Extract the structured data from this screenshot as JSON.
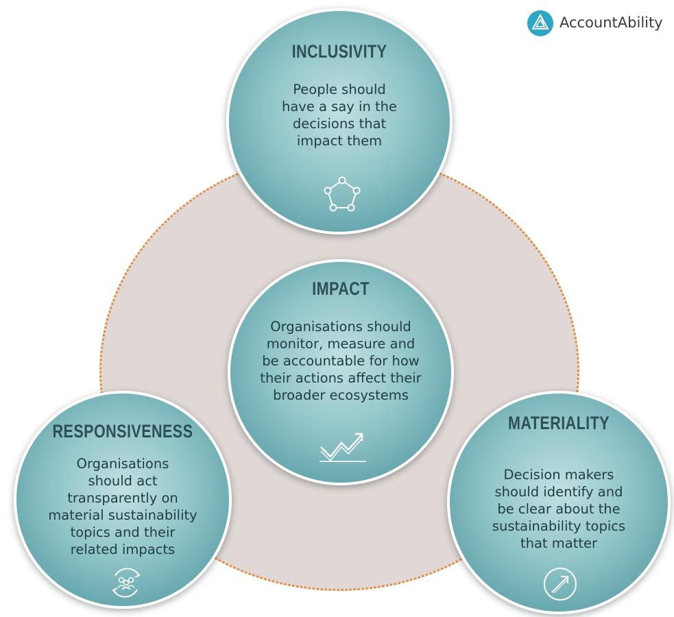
{
  "brand": {
    "name": "AccountAbility",
    "logo_icon": "triangle-logo-icon",
    "color": "#2ba6c4"
  },
  "colors": {
    "ring_fill": "#e0d8d4",
    "ring_dots": "#e58a32",
    "circle": "#8fc4c8",
    "title": "#2e4f57"
  },
  "principles": {
    "inclusivity": {
      "title": "INCLUSIVITY",
      "text": "People should\nhave a say in the\ndecisions that\nimpact them",
      "icon": "network-pentagon-icon"
    },
    "impact": {
      "title": "IMPACT",
      "text": "Organisations should\nmonitor, measure and\nbe accountable for how\ntheir actions affect their\nbroader ecosystems",
      "icon": "trend-up-chart-icon"
    },
    "responsiveness": {
      "title": "RESPONSIVENESS",
      "text": "Organisations\nshould act\ntransparently on\nmaterial sustainability\ntopics and their\nrelated impacts",
      "icon": "people-cycle-icon"
    },
    "materiality": {
      "title": "MATERIALITY",
      "text": "Decision makers\nshould identify and\nbe clear about the\nsustainability topics\nthat matter",
      "icon": "arrow-circle-icon"
    }
  }
}
